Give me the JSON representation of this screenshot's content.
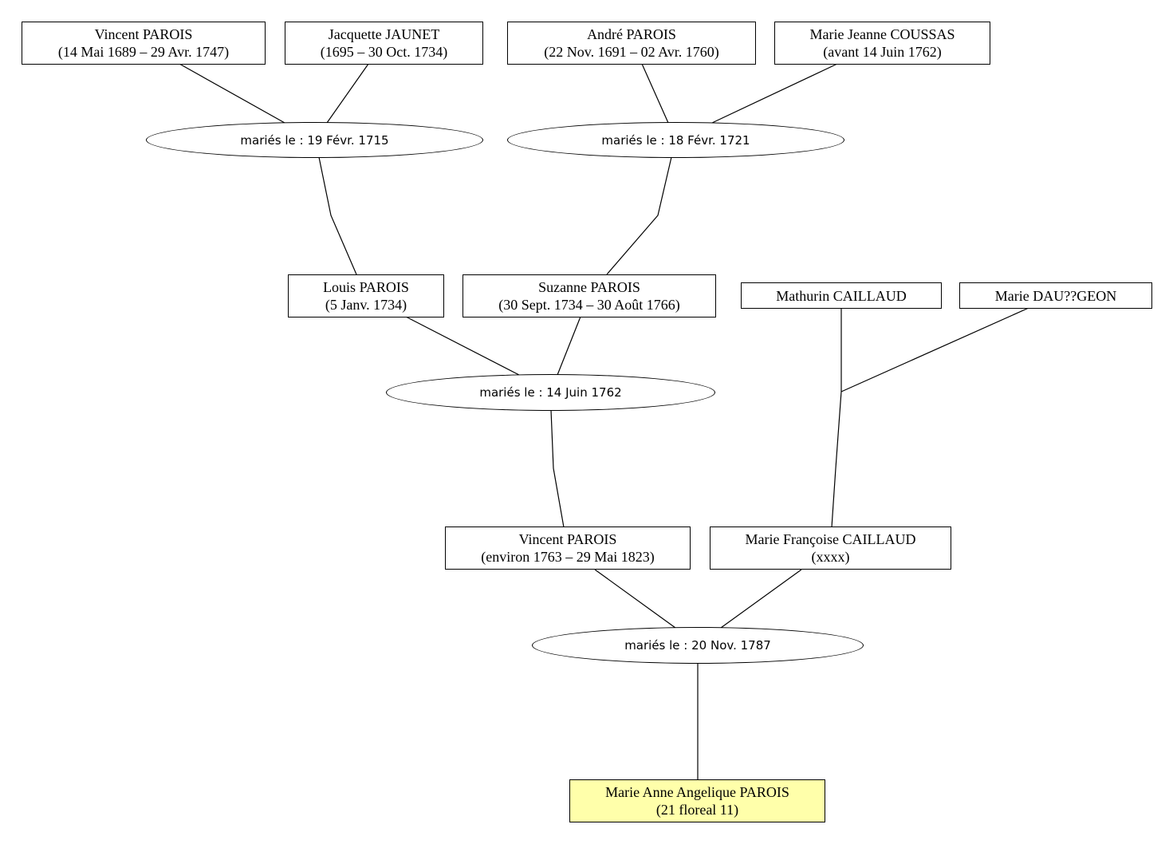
{
  "persons": {
    "vincent_parois_1689": {
      "name": "Vincent PAROIS",
      "dates": "(14 Mai 1689 – 29 Avr. 1747)"
    },
    "jacquette_jaunet": {
      "name": "Jacquette JAUNET",
      "dates": "(1695 – 30 Oct. 1734)"
    },
    "andre_parois": {
      "name": "André PAROIS",
      "dates": "(22 Nov. 1691 – 02 Avr. 1760)"
    },
    "marie_jeanne_coussas": {
      "name": "Marie Jeanne COUSSAS",
      "dates": "(avant 14 Juin 1762)"
    },
    "louis_parois": {
      "name": "Louis PAROIS",
      "dates": "(5 Janv. 1734)"
    },
    "suzanne_parois": {
      "name": "Suzanne PAROIS",
      "dates": "(30 Sept. 1734 – 30 Août 1766)"
    },
    "mathurin_caillaud": {
      "name": "Mathurin CAILLAUD"
    },
    "marie_daugeon": {
      "name": "Marie DAU??GEON"
    },
    "vincent_parois_1763": {
      "name": "Vincent PAROIS",
      "dates": "(environ 1763 – 29 Mai 1823)"
    },
    "marie_francoise_caillaud": {
      "name": "Marie Françoise CAILLAUD",
      "dates": "(xxxx)"
    },
    "marie_anne_angelique_parois": {
      "name": "Marie Anne Angelique PAROIS",
      "dates": "(21 floreal 11)"
    }
  },
  "marriages": {
    "m1715": "mariés le : 19 Févr. 1715",
    "m1721": "mariés le : 18 Févr. 1721",
    "m1762": "mariés le : 14 Juin 1762",
    "m1787": "mariés le : 20 Nov. 1787"
  },
  "colors": {
    "highlight": "#ffffaa",
    "stroke": "#000000"
  }
}
